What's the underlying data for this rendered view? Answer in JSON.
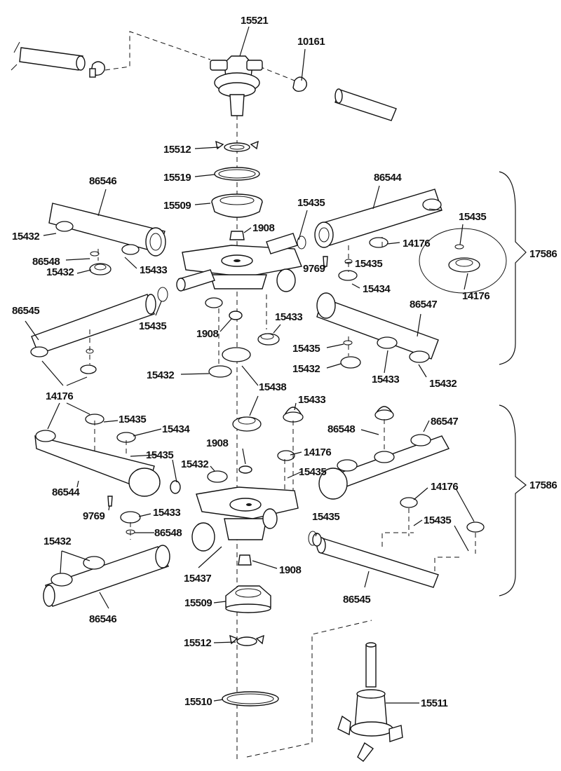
{
  "diagram": {
    "labels": {
      "L15521": "15521",
      "L10161": "10161",
      "L15512a": "15512",
      "L15519": "15519",
      "L15509a": "15509",
      "L1908a": "1908",
      "L15435a": "15435",
      "L86546a": "86546",
      "L86544a": "86544",
      "L15432a": "15432",
      "L86548a": "86548",
      "L15432b": "15432",
      "L15433a": "15433",
      "L9769a": "9769",
      "L15435b": "15435",
      "L15434a": "15434",
      "L14176a": "14176",
      "L15435c": "15435",
      "L14176b": "14176",
      "L17586a": "17586",
      "L86545a": "86545",
      "L15435d": "15435",
      "L1908b": "1908",
      "L15433b": "15433",
      "L86547a": "86547",
      "L15435e": "15435",
      "L15432c": "15432",
      "L15432d": "15432",
      "L15433c": "15433",
      "L15432e": "15432",
      "L15438": "15438",
      "L14176c": "14176",
      "L15435f": "15435",
      "L15434b": "15434",
      "L15433d": "15433",
      "L86548b": "86548",
      "L86547b": "86547",
      "L1908c": "1908",
      "L14176d": "14176",
      "L15435g": "15435",
      "L15432f": "15432",
      "L15435h": "15435",
      "L86544b": "86544",
      "L14176e": "14176",
      "L17586b": "17586",
      "L9769b": "9769",
      "L15433e": "15433",
      "L86548c": "86548",
      "L15435i": "15435",
      "L15435j": "15435",
      "L15432g": "15432",
      "L15437": "15437",
      "L1908d": "1908",
      "L86545b": "86545",
      "L86546b": "86546",
      "L15509b": "15509",
      "L15512b": "15512",
      "L15511": "15511",
      "L15510": "15510"
    }
  }
}
